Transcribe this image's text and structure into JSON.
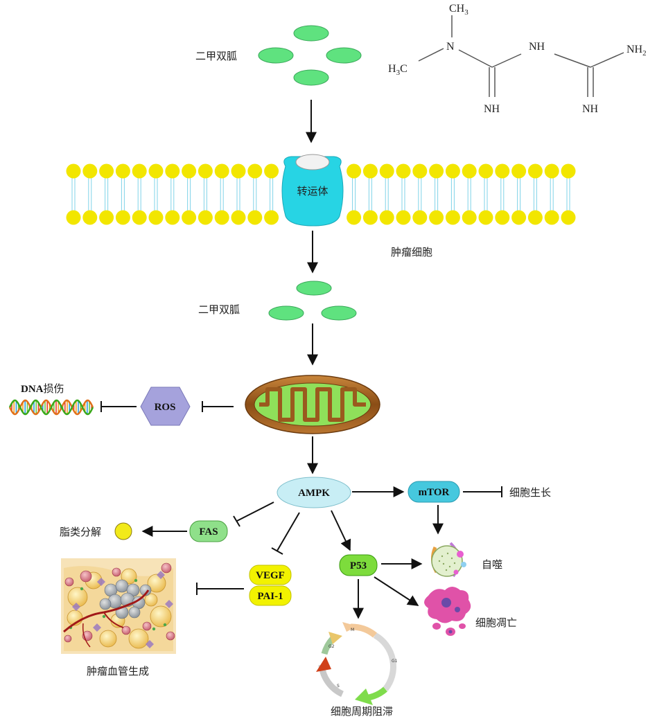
{
  "labels": {
    "metformin_outside": "二甲双胍",
    "metformin_inside": "二甲双胍",
    "transporter": "转运体",
    "tumor_cell": "肿瘤细胞",
    "dna_damage_prefix": "DNA",
    "dna_damage_suffix": "损伤",
    "ros": "ROS",
    "ampk": "AMPK",
    "mtor": "mTOR",
    "cell_growth": "细胞生长",
    "fas": "FAS",
    "lipolysis": "脂类分解",
    "vegf": "VEGF",
    "pai1": "PAI-1",
    "p53": "P53",
    "autophagy": "自噬",
    "apoptosis": "细胞凋亡",
    "angiogenesis": "肿瘤血管生成",
    "cell_cycle_arrest": "细胞周期阻滞"
  },
  "cell_cycle_phases": {
    "m": "M",
    "g2": "G2",
    "s": "S",
    "g1": "G1"
  },
  "molecule": {
    "methyl_top": "CH",
    "methyl_top_sub": "3",
    "n": "N",
    "methyl_left_h": "H",
    "methyl_left_sub": "3",
    "methyl_left_c": "C",
    "nh_bridge": "NH",
    "nh2": "NH",
    "nh2_sub": "2",
    "imine_left": "NH",
    "imine_right": "NH"
  },
  "colors": {
    "metformin": "#5fe27f",
    "membrane_head": "#f2e600",
    "membrane_tail": "#7fd3e8",
    "transporter": "#27d4e4",
    "ros": "#a5a2dc",
    "ampk": "#c8eef5",
    "mtor": "#46c8de",
    "fas": "#8fe08a",
    "vegf": "#f2f200",
    "p53": "#7ddc3c",
    "mito_outer": "#9a5a1e",
    "mito_inner": "#8fe05a"
  }
}
